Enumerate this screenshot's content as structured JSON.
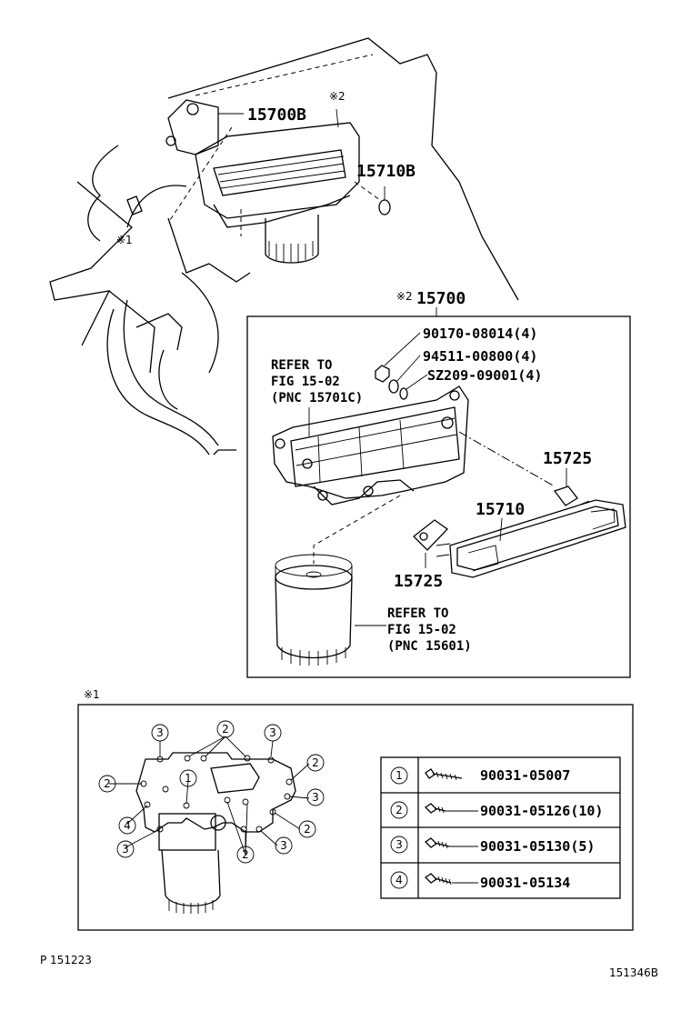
{
  "top": {
    "label_15700B": "15700B",
    "label_15710B": "15710B",
    "mark_2": "※2",
    "mark_1": "※1"
  },
  "assembly": {
    "mark": "※2",
    "part": "15700",
    "nut": "90170-08014(4)",
    "washer": "94511-00800(4)",
    "seal": "SZ209-09001(4)",
    "ref1_line1": "REFER TO",
    "ref1_line2": "FIG 15-02",
    "ref1_line3": "(PNC 15701C)",
    "gasket_upper": "15725",
    "element": "15710",
    "gasket_lower": "15725",
    "ref2_line1": "REFER TO",
    "ref2_line2": "FIG 15-02",
    "ref2_line3": "(PNC 15601)"
  },
  "bolt_detail": {
    "mark": "※1",
    "callouts": {
      "n1": "1",
      "n2": "2",
      "n3": "3",
      "n4": "4"
    },
    "table": [
      {
        "num": "1",
        "part": "90031-05007"
      },
      {
        "num": "2",
        "part": "90031-05126(10)"
      },
      {
        "num": "3",
        "part": "90031-05130(5)"
      },
      {
        "num": "4",
        "part": "90031-05134"
      }
    ]
  },
  "footer": {
    "left": "P 151223",
    "right": "151346B"
  }
}
